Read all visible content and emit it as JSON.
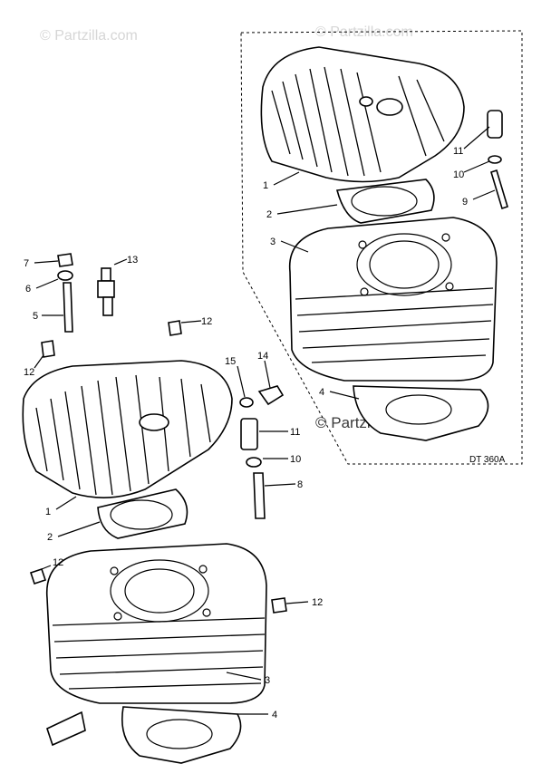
{
  "watermarks": {
    "top_left": "© Partzilla.com",
    "top_right": "© Partzilla.com",
    "middle": "© Partzilla.com"
  },
  "diagram_code": "DT 360A",
  "labels": {
    "upper": [
      "1",
      "2",
      "3",
      "4",
      "9",
      "10",
      "11"
    ],
    "lower_left": [
      "7",
      "6",
      "5",
      "12"
    ],
    "lower_mid": [
      "13",
      "12",
      "15",
      "14",
      "11",
      "10",
      "8"
    ],
    "lower_main": [
      "1",
      "2",
      "12",
      "12",
      "3",
      "4"
    ]
  }
}
